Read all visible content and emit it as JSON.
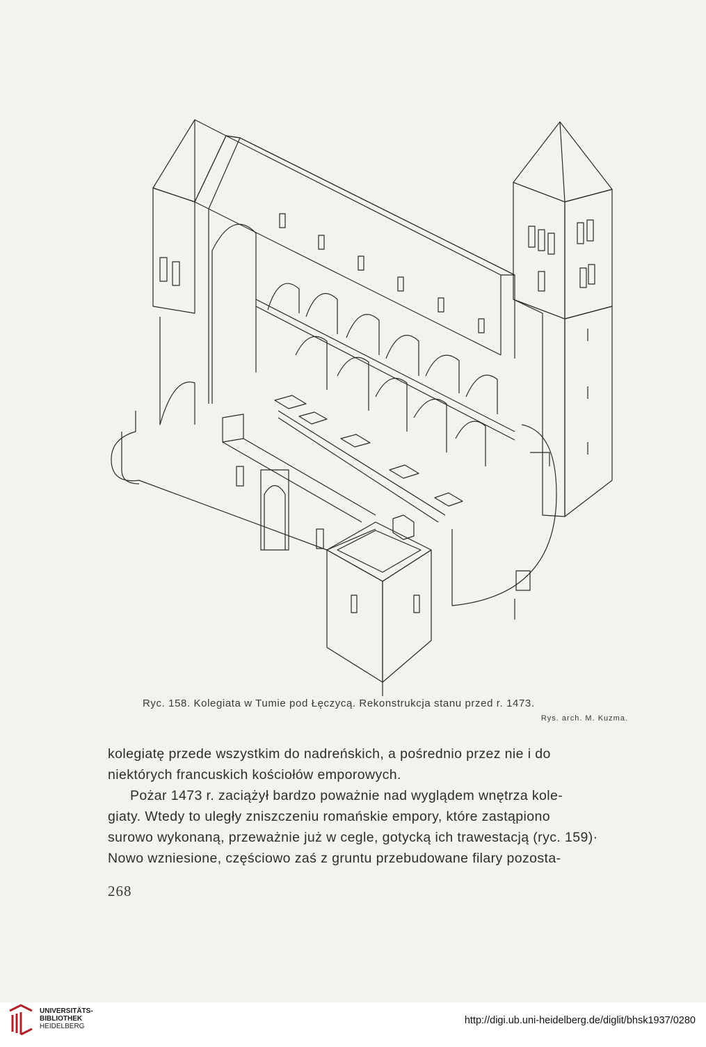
{
  "figure": {
    "caption": "Ryc. 158. Kolegiata w Tumie pod Łęczycą. Rekonstrukcja stanu przed r. 1473.",
    "credit": "Rys. arch. M. Kuzma."
  },
  "body_lines": [
    "kolegiatę przede wszystkim do nadreńskich, a pośrednio przez nie i do",
    "niektórych francuskich kościołów emporowych.",
    "Pożar 1473 r. zaciążył bardzo poważnie nad wyglądem wnętrza kole-",
    "giaty. Wtedy to uległy zniszczeniu romańskie empory, które zastąpiono",
    "surowo wykonaną, przeważnie już w cegle, gotycką ich trawestacją (ryc. 159)·",
    "Nowo wzniesione, częściowo zaś z gruntu przebudowane filary pozosta-"
  ],
  "page_number": "268",
  "footer": {
    "library_line1": "UNIVERSITÄTS-",
    "library_line2": "BIBLIOTHEK",
    "library_line3": "HEIDELBERG",
    "url": "http://digi.ub.uni-heidelberg.de/diglit/bhsk1937/0280"
  }
}
